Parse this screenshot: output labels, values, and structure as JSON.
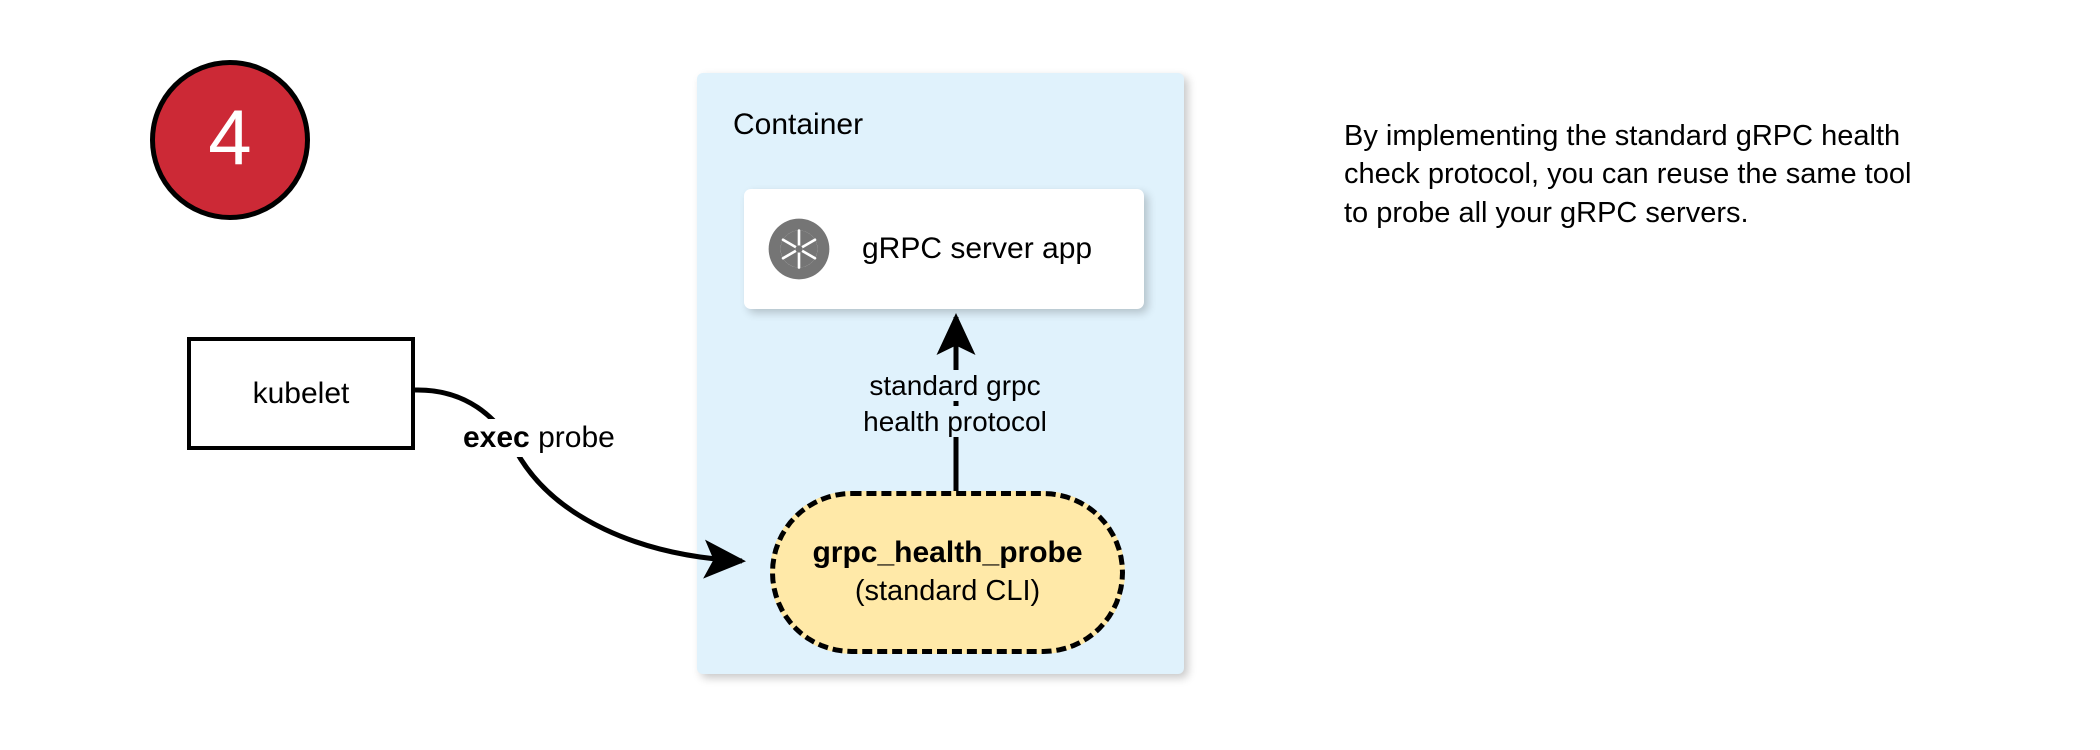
{
  "step": {
    "number": "4",
    "circle_fill": "#CC2936",
    "circle_border": "#000000",
    "number_color": "#FFFFFF"
  },
  "kubelet": {
    "label": "kubelet"
  },
  "edges": {
    "exec_probe": {
      "keyword": "exec",
      "rest": " probe"
    },
    "health_protocol": {
      "line1": "standard grpc",
      "line2": "health protocol"
    }
  },
  "container": {
    "title": "Container",
    "fill": "#E0F2FC",
    "server_app": {
      "label": "gRPC server app",
      "icon": "grpc-aperture-icon",
      "icon_color": "#757575",
      "card_fill": "#FFFFFF"
    },
    "probe": {
      "name": "grpc_health_probe",
      "subtitle": "(standard CLI)",
      "fill": "#FFE9A8",
      "border_style": "dashed",
      "border_color": "#000000"
    }
  },
  "note": {
    "text": "By implementing the standard gRPC health check protocol, you can reuse the same tool to probe all your gRPC servers."
  }
}
